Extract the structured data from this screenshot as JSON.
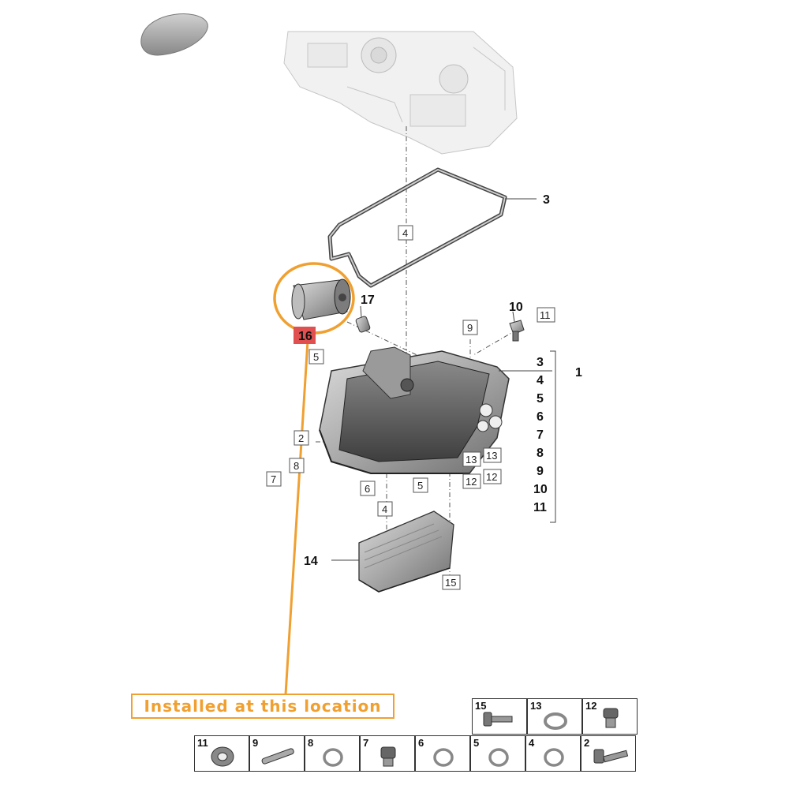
{
  "callout": {
    "text": "Installed at this location",
    "color": "#f0a030"
  },
  "highlight": {
    "part_number": "16",
    "color": "#e05050",
    "circle_color": "#f0a030"
  },
  "parts": {
    "engine": "engine-block",
    "gasket": "oil-pan-gasket",
    "filter": "oil-filter",
    "sump": "oil-sump",
    "cooler": "oil-cooler"
  },
  "labels": {
    "l1": "1",
    "l3": "3",
    "l10": "10",
    "l14": "14",
    "l17": "17",
    "b4a": "4",
    "b5a": "5",
    "b9": "9",
    "b11": "11",
    "b2": "2",
    "b8": "8",
    "b7": "7",
    "b6": "6",
    "b5b": "5",
    "b4b": "4",
    "b13a": "13",
    "b13b": "13",
    "b12a": "12",
    "b12b": "12",
    "b15": "15"
  },
  "kit_list": [
    "3",
    "4",
    "5",
    "6",
    "7",
    "8",
    "9",
    "10",
    "11"
  ],
  "parts_table": {
    "top_row": [
      {
        "number": "15",
        "icon": "bolt-flange-icon"
      },
      {
        "number": "13",
        "icon": "seal-ring-icon"
      },
      {
        "number": "12",
        "icon": "plug-screw-icon"
      }
    ],
    "bottom_row": [
      {
        "number": "11",
        "icon": "bearing-ring-icon"
      },
      {
        "number": "9",
        "icon": "pin-icon"
      },
      {
        "number": "8",
        "icon": "o-ring-icon"
      },
      {
        "number": "7",
        "icon": "hex-plug-icon"
      },
      {
        "number": "6",
        "icon": "o-ring-icon"
      },
      {
        "number": "5",
        "icon": "o-ring-icon"
      },
      {
        "number": "4",
        "icon": "o-ring-icon"
      },
      {
        "number": "2",
        "icon": "bolt-icon"
      }
    ]
  }
}
